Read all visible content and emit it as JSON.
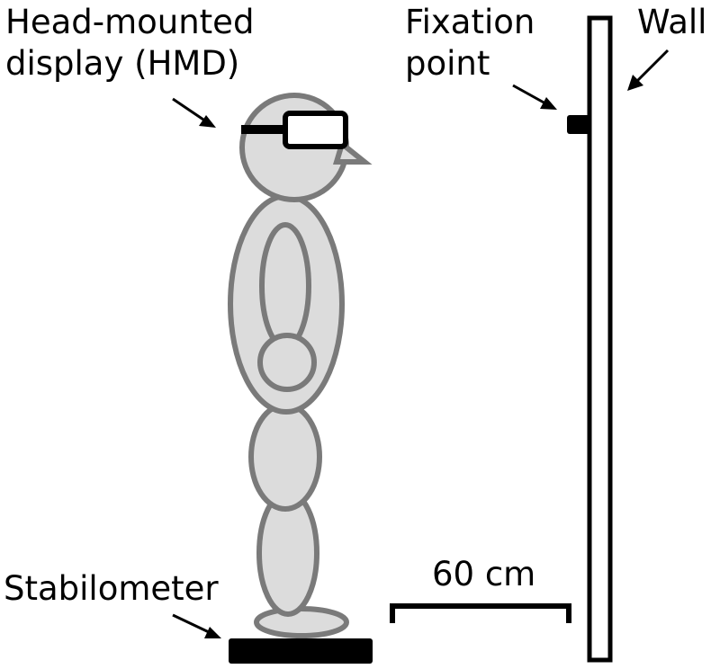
{
  "labels": {
    "hmd_line1": "Head-mounted",
    "hmd_line2": "display (HMD)",
    "fixation_line1": "Fixation",
    "fixation_line2": "point",
    "wall": "Wall",
    "stabilometer": "Stabilometer",
    "distance": "60 cm"
  },
  "colors": {
    "body_fill": "#dcdcdc",
    "body_stroke": "#7a7a7a",
    "ink": "#000000",
    "background": "#ffffff"
  }
}
